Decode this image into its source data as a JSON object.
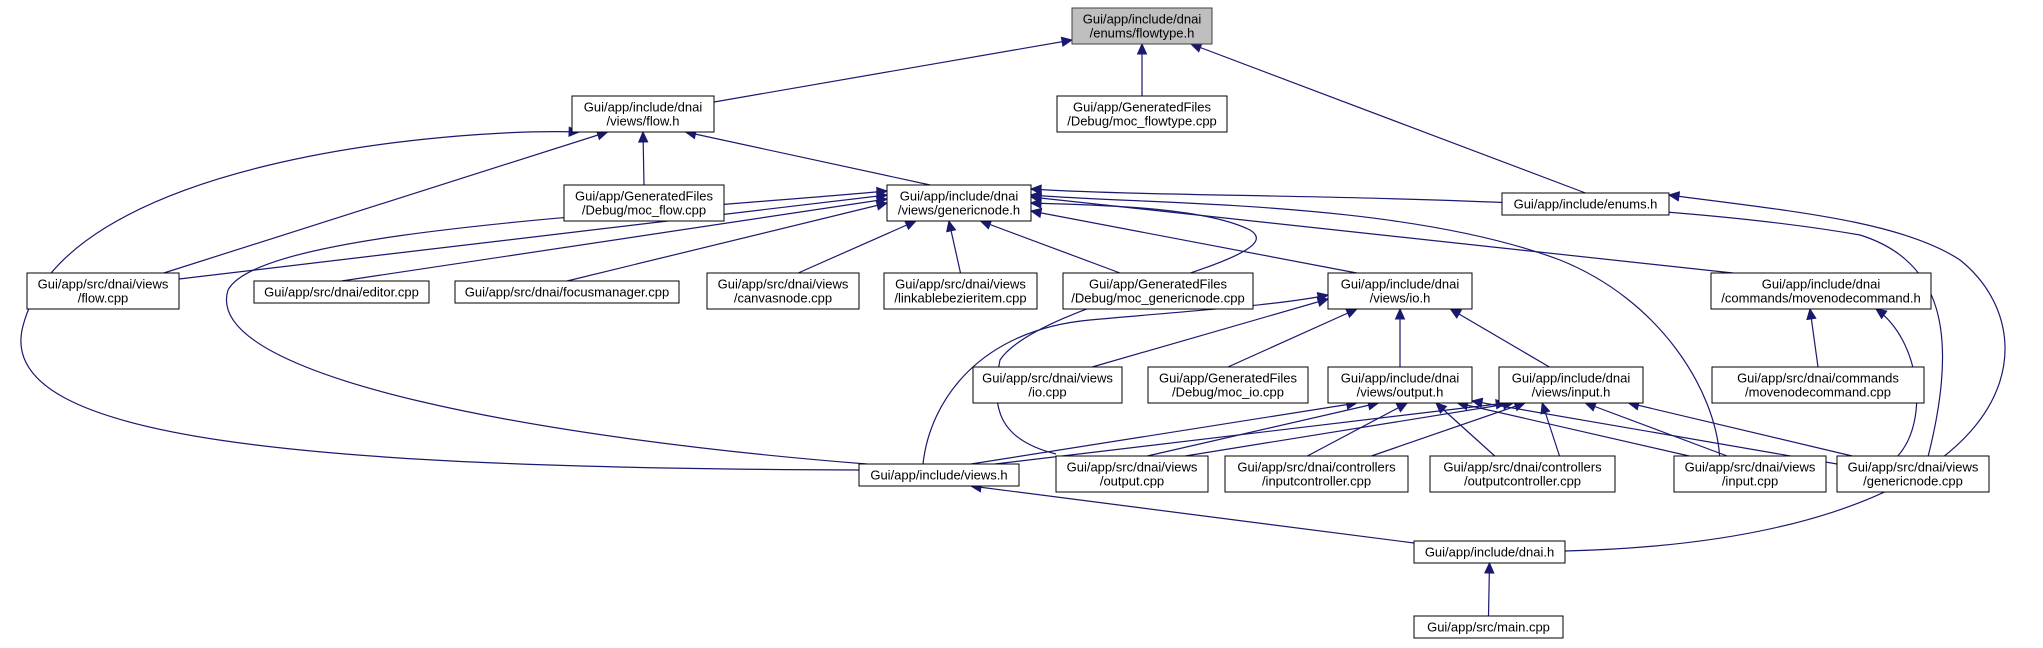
{
  "graph": {
    "type": "include-dependency-graph",
    "colors": {
      "root_fill": "#bfbfbf",
      "node_fill": "#ffffff",
      "edge": "#191970",
      "border": "#000000"
    },
    "nodes": [
      {
        "id": "flowtype_h",
        "lines": [
          "Gui/app/include/dnai",
          "/enums/flowtype.h"
        ],
        "root": true
      },
      {
        "id": "flow_h",
        "lines": [
          "Gui/app/include/dnai",
          "/views/flow.h"
        ]
      },
      {
        "id": "moc_flowtype",
        "lines": [
          "Gui/app/GeneratedFiles",
          "/Debug/moc_flowtype.cpp"
        ]
      },
      {
        "id": "moc_flow",
        "lines": [
          "Gui/app/GeneratedFiles",
          "/Debug/moc_flow.cpp"
        ]
      },
      {
        "id": "genericnode_h",
        "lines": [
          "Gui/app/include/dnai",
          "/views/genericnode.h"
        ]
      },
      {
        "id": "enums_h",
        "lines": [
          "Gui/app/include/enums.h"
        ]
      },
      {
        "id": "flow_cpp",
        "lines": [
          "Gui/app/src/dnai/views",
          "/flow.cpp"
        ]
      },
      {
        "id": "editor_cpp",
        "lines": [
          "Gui/app/src/dnai/editor.cpp"
        ]
      },
      {
        "id": "focusmanager_cpp",
        "lines": [
          "Gui/app/src/dnai/focusmanager.cpp"
        ]
      },
      {
        "id": "canvasnode_cpp",
        "lines": [
          "Gui/app/src/dnai/views",
          "/canvasnode.cpp"
        ]
      },
      {
        "id": "linkable_cpp",
        "lines": [
          "Gui/app/src/dnai/views",
          "/linkablebezieritem.cpp"
        ]
      },
      {
        "id": "moc_genericnode",
        "lines": [
          "Gui/app/GeneratedFiles",
          "/Debug/moc_genericnode.cpp"
        ]
      },
      {
        "id": "io_h",
        "lines": [
          "Gui/app/include/dnai",
          "/views/io.h"
        ]
      },
      {
        "id": "movenodecommand_h",
        "lines": [
          "Gui/app/include/dnai",
          "/commands/movenodecommand.h"
        ]
      },
      {
        "id": "io_cpp",
        "lines": [
          "Gui/app/src/dnai/views",
          "/io.cpp"
        ]
      },
      {
        "id": "moc_io",
        "lines": [
          "Gui/app/GeneratedFiles",
          "/Debug/moc_io.cpp"
        ]
      },
      {
        "id": "output_h",
        "lines": [
          "Gui/app/include/dnai",
          "/views/output.h"
        ]
      },
      {
        "id": "input_h",
        "lines": [
          "Gui/app/include/dnai",
          "/views/input.h"
        ]
      },
      {
        "id": "movenodecommand_cpp",
        "lines": [
          "Gui/app/src/dnai/commands",
          "/movenodecommand.cpp"
        ]
      },
      {
        "id": "views_h",
        "lines": [
          "Gui/app/include/views.h"
        ]
      },
      {
        "id": "output_cpp",
        "lines": [
          "Gui/app/src/dnai/views",
          "/output.cpp"
        ]
      },
      {
        "id": "inputcontroller_cpp",
        "lines": [
          "Gui/app/src/dnai/controllers",
          "/inputcontroller.cpp"
        ]
      },
      {
        "id": "outputcontroller_cpp",
        "lines": [
          "Gui/app/src/dnai/controllers",
          "/outputcontroller.cpp"
        ]
      },
      {
        "id": "input_cpp",
        "lines": [
          "Gui/app/src/dnai/views",
          "/input.cpp"
        ]
      },
      {
        "id": "genericnode_cpp",
        "lines": [
          "Gui/app/src/dnai/views",
          "/genericnode.cpp"
        ]
      },
      {
        "id": "dnai_h",
        "lines": [
          "Gui/app/include/dnai.h"
        ]
      },
      {
        "id": "main_cpp",
        "lines": [
          "Gui/app/src/main.cpp"
        ]
      }
    ],
    "edges": [
      {
        "from": "flow_h",
        "to": "flowtype_h"
      },
      {
        "from": "moc_flowtype",
        "to": "flowtype_h"
      },
      {
        "from": "enums_h",
        "to": "flowtype_h"
      },
      {
        "from": "moc_flow",
        "to": "flow_h"
      },
      {
        "from": "genericnode_h",
        "to": "flow_h"
      },
      {
        "from": "flow_cpp",
        "to": "flow_h"
      },
      {
        "from": "views_h",
        "to": "flow_h"
      },
      {
        "from": "flow_cpp",
        "to": "genericnode_h"
      },
      {
        "from": "editor_cpp",
        "to": "genericnode_h"
      },
      {
        "from": "focusmanager_cpp",
        "to": "genericnode_h"
      },
      {
        "from": "canvasnode_cpp",
        "to": "genericnode_h"
      },
      {
        "from": "linkable_cpp",
        "to": "genericnode_h"
      },
      {
        "from": "moc_genericnode",
        "to": "genericnode_h"
      },
      {
        "from": "io_h",
        "to": "genericnode_h"
      },
      {
        "from": "movenodecommand_h",
        "to": "genericnode_h"
      },
      {
        "from": "views_h",
        "to": "genericnode_h"
      },
      {
        "from": "output_cpp",
        "to": "genericnode_h"
      },
      {
        "from": "input_cpp",
        "to": "genericnode_h"
      },
      {
        "from": "genericnode_cpp",
        "to": "genericnode_h"
      },
      {
        "from": "dnai_h",
        "to": "enums_h"
      },
      {
        "from": "io_cpp",
        "to": "io_h"
      },
      {
        "from": "moc_io",
        "to": "io_h"
      },
      {
        "from": "output_h",
        "to": "io_h"
      },
      {
        "from": "input_h",
        "to": "io_h"
      },
      {
        "from": "views_h",
        "to": "io_h"
      },
      {
        "from": "movenodecommand_cpp",
        "to": "movenodecommand_h"
      },
      {
        "from": "genericnode_cpp",
        "to": "movenodecommand_h"
      },
      {
        "from": "views_h",
        "to": "output_h"
      },
      {
        "from": "output_cpp",
        "to": "output_h"
      },
      {
        "from": "inputcontroller_cpp",
        "to": "output_h"
      },
      {
        "from": "outputcontroller_cpp",
        "to": "output_h"
      },
      {
        "from": "input_cpp",
        "to": "output_h"
      },
      {
        "from": "genericnode_cpp",
        "to": "output_h"
      },
      {
        "from": "views_h",
        "to": "input_h"
      },
      {
        "from": "output_cpp",
        "to": "input_h"
      },
      {
        "from": "inputcontroller_cpp",
        "to": "input_h"
      },
      {
        "from": "outputcontroller_cpp",
        "to": "input_h"
      },
      {
        "from": "input_cpp",
        "to": "input_h"
      },
      {
        "from": "genericnode_cpp",
        "to": "input_h"
      },
      {
        "from": "dnai_h",
        "to": "views_h"
      },
      {
        "from": "main_cpp",
        "to": "dnai_h"
      }
    ]
  }
}
